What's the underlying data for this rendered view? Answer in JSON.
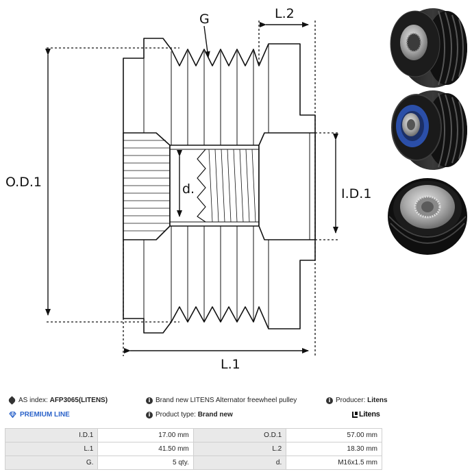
{
  "drawing": {
    "labels": {
      "g": "G",
      "l2": "L.2",
      "od1": "O.D.1",
      "d": "d.",
      "id1": "I.D.1",
      "l1": "L.1"
    }
  },
  "photos": [
    {
      "view": "front-splined"
    },
    {
      "view": "rear-bearing"
    },
    {
      "view": "front-cap"
    }
  ],
  "info": {
    "as_index_label": "AS index:",
    "as_index_value": "AFP3065(LITENS)",
    "description": "Brand new LITENS Alternator freewheel pulley",
    "producer_label": "Producer:",
    "producer_value": "Litens",
    "premium_line": "PREMIUM LINE",
    "product_type_label": "Product type:",
    "product_type_value": "Brand new",
    "brand_logo": "Litens"
  },
  "specs": [
    {
      "k1": "I.D.1",
      "v1": "17.00 mm",
      "k2": "O.D.1",
      "v2": "57.00 mm"
    },
    {
      "k1": "L.1",
      "v1": "41.50 mm",
      "k2": "L.2",
      "v2": "18.30 mm"
    },
    {
      "k1": "G.",
      "v1": "5 qty.",
      "k2": "d.",
      "v2": "M16x1.5 mm"
    }
  ],
  "colors": {
    "premium": "#2a62c9",
    "table_key_bg": "#e9e9e9",
    "table_border": "#cfcfcf",
    "bearing_blue": "#2b4fa8"
  }
}
